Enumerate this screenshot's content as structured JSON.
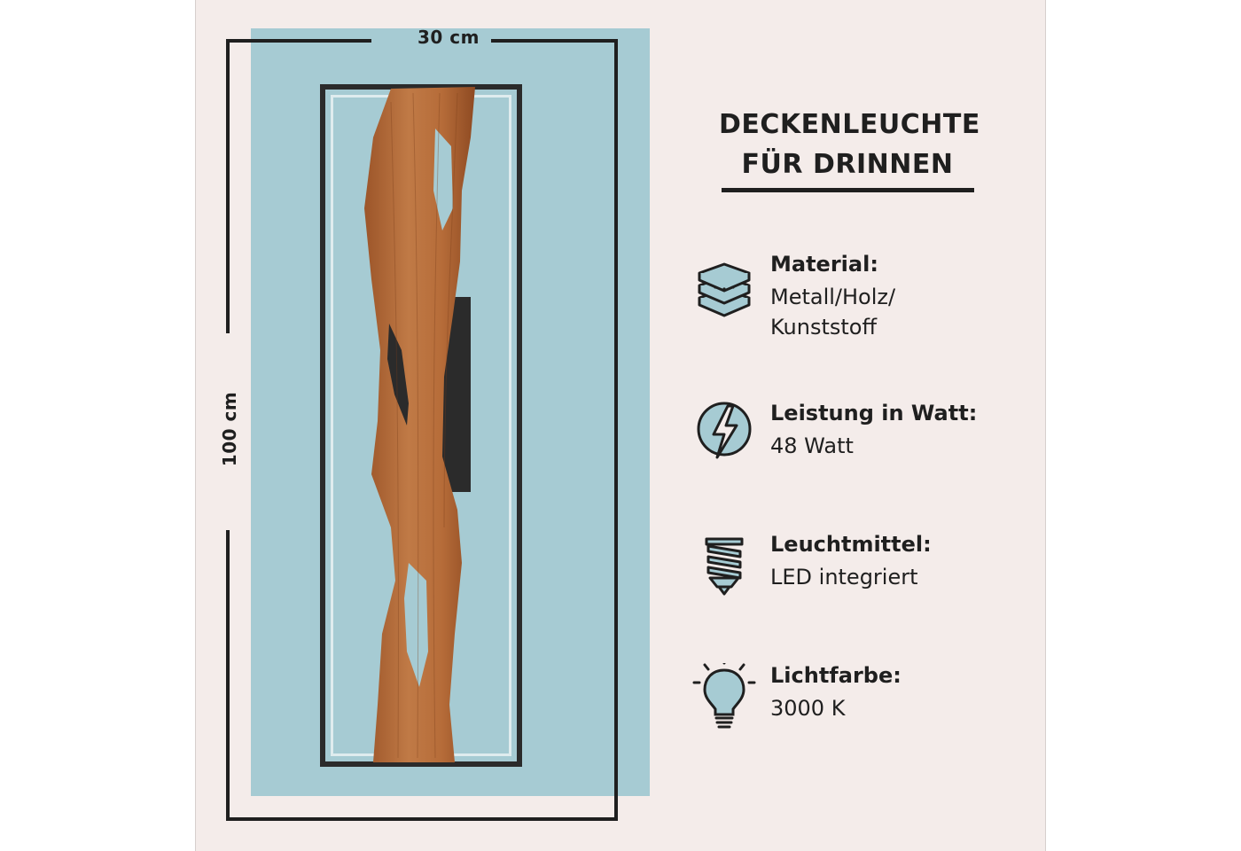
{
  "dimensions": {
    "width_label": "30 cm",
    "height_label": "100 cm"
  },
  "title": {
    "line1": "DECKENLEUCHTE",
    "line2": "FÜR DRINNEN"
  },
  "specs": [
    {
      "label": "Material:",
      "value_line1": "Metall/Holz/",
      "value_line2": "Kunststoff",
      "icon": "layers-icon"
    },
    {
      "label": "Leistung in Watt:",
      "value_line1": "48 Watt",
      "icon": "lightning-icon"
    },
    {
      "label": "Leuchtmittel:",
      "value_line1": "LED integriert",
      "icon": "bulb-socket-icon"
    },
    {
      "label": "Lichtfarbe:",
      "value_line1": "3000 K",
      "icon": "light-bulb-icon"
    }
  ],
  "colors": {
    "background": "#f4ecea",
    "accent_blue": "#a6cbd3",
    "icon_fill": "#a6cbd3",
    "text": "#1f1f1f",
    "wood": "#b86a3a"
  }
}
